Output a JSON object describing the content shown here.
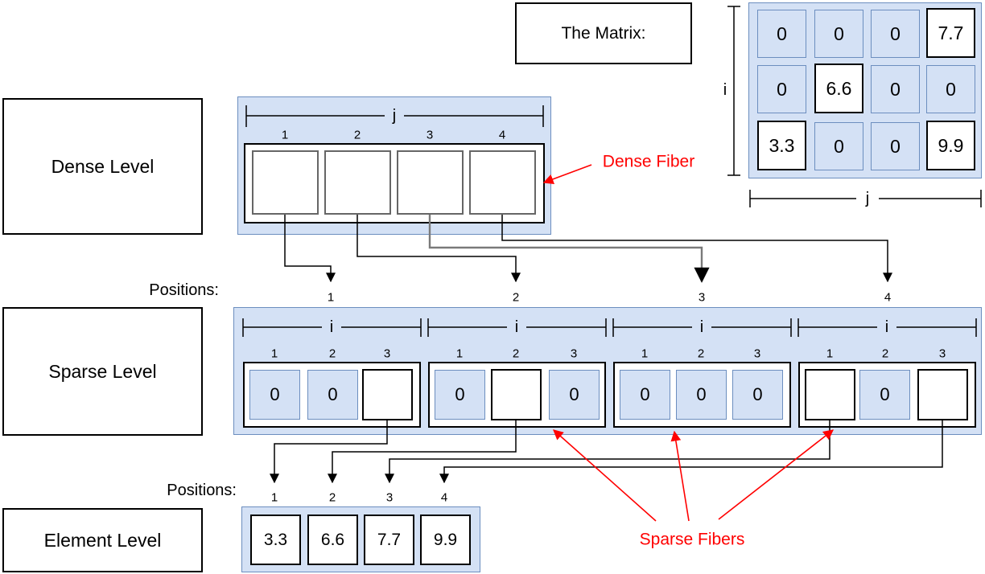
{
  "colors": {
    "blue_fill": "#d4e1f5",
    "blue_stroke": "#6c8ebf",
    "red": "#ff0000",
    "gray_border": "#666666"
  },
  "matrix_label": {
    "title": "The Matrix:"
  },
  "matrix": {
    "row_axis": "i",
    "col_axis": "j",
    "rows": [
      {
        "cells": [
          {
            "v": "0",
            "nz": false
          },
          {
            "v": "0",
            "nz": false
          },
          {
            "v": "0",
            "nz": false
          },
          {
            "v": "7.7",
            "nz": true
          }
        ]
      },
      {
        "cells": [
          {
            "v": "0",
            "nz": false
          },
          {
            "v": "6.6",
            "nz": true
          },
          {
            "v": "0",
            "nz": false
          },
          {
            "v": "0",
            "nz": false
          }
        ]
      },
      {
        "cells": [
          {
            "v": "3.3",
            "nz": true
          },
          {
            "v": "0",
            "nz": false
          },
          {
            "v": "0",
            "nz": false
          },
          {
            "v": "9.9",
            "nz": true
          }
        ]
      }
    ]
  },
  "dense": {
    "label": "Dense Level",
    "axis": "j",
    "positions": [
      "1",
      "2",
      "3",
      "4"
    ],
    "annotation": "Dense Fiber"
  },
  "sparse": {
    "label": "Sparse Level",
    "positions_label": "Positions:",
    "positions": [
      "1",
      "2",
      "3",
      "4"
    ],
    "axis": "i",
    "groups": [
      {
        "indices": [
          "1",
          "2",
          "3"
        ],
        "cells": [
          {
            "v": "0",
            "empty": false
          },
          {
            "v": "0",
            "empty": false
          },
          {
            "v": "",
            "empty": true
          }
        ]
      },
      {
        "indices": [
          "1",
          "2",
          "3"
        ],
        "cells": [
          {
            "v": "0",
            "empty": false
          },
          {
            "v": "",
            "empty": true
          },
          {
            "v": "0",
            "empty": false
          }
        ]
      },
      {
        "indices": [
          "1",
          "2",
          "3"
        ],
        "cells": [
          {
            "v": "0",
            "empty": false
          },
          {
            "v": "0",
            "empty": false
          },
          {
            "v": "0",
            "empty": false
          }
        ]
      },
      {
        "indices": [
          "1",
          "2",
          "3"
        ],
        "cells": [
          {
            "v": "",
            "empty": true
          },
          {
            "v": "0",
            "empty": false
          },
          {
            "v": "",
            "empty": true
          }
        ]
      }
    ],
    "annotation": "Sparse Fibers"
  },
  "element": {
    "label": "Element Level",
    "positions_label": "Positions:",
    "positions": [
      "1",
      "2",
      "3",
      "4"
    ],
    "values": [
      "3.3",
      "6.6",
      "7.7",
      "9.9"
    ]
  }
}
